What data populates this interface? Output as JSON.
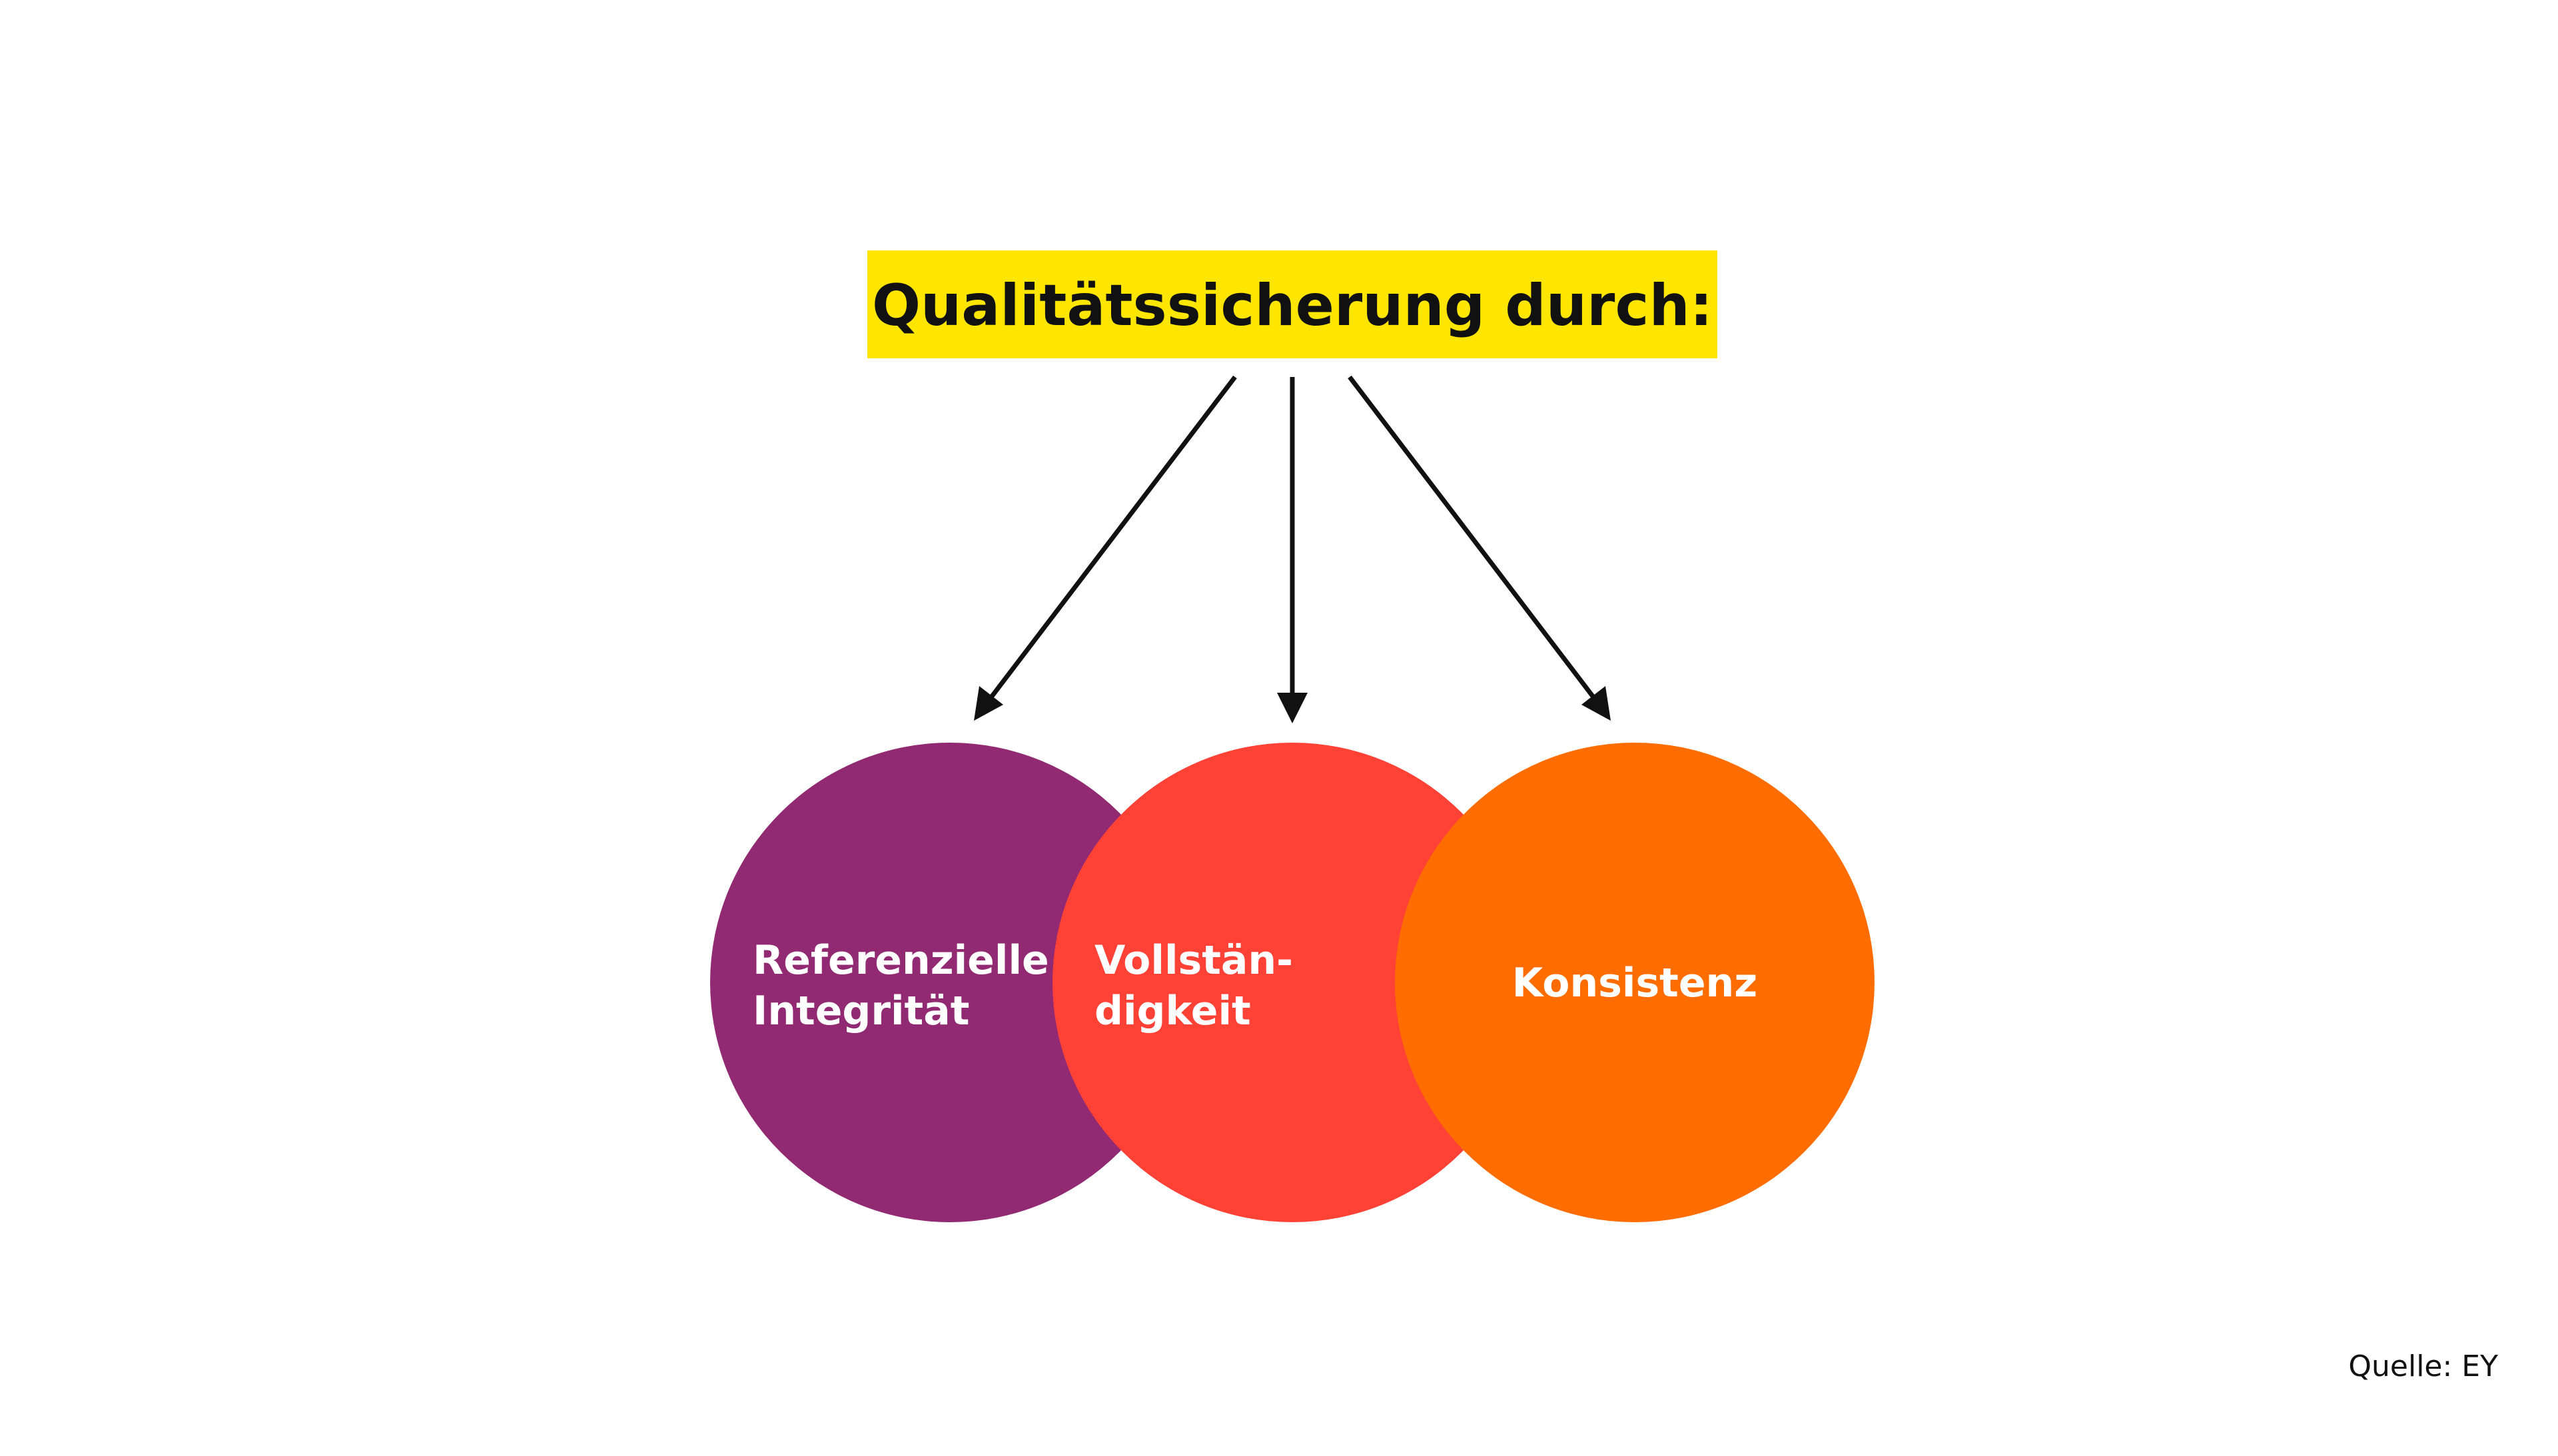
{
  "title": {
    "text": "Qualitätssicherung durch:",
    "background_color": "#FFE600"
  },
  "items": [
    {
      "line1": "Referenzielle",
      "line2": "Integrität",
      "color": "#912A72"
    },
    {
      "line1": "Vollstän-",
      "line2": "digkeit",
      "color": "#FF4136"
    },
    {
      "line1": "Konsistenz",
      "line2": "",
      "color": "#FF6D00"
    }
  ],
  "arrow_color": "#111111",
  "source": "Quelle: EY"
}
